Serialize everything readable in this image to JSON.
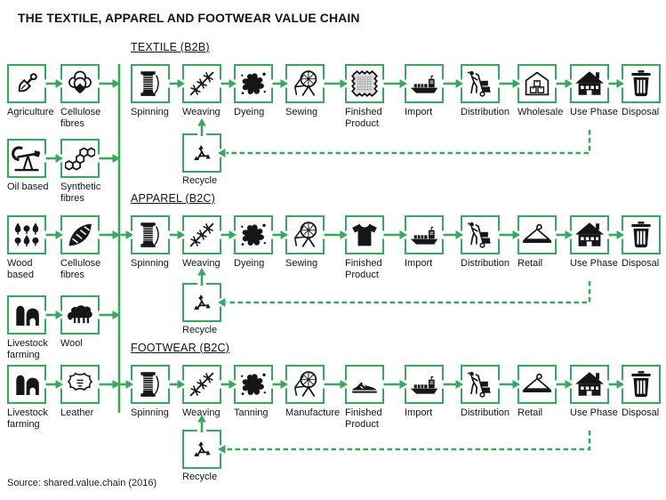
{
  "title": "THE TEXTILE, APPAREL AND FOOTWEAR VALUE CHAIN",
  "source": "Source: shared.value.chain (2016)",
  "colors": {
    "green": "#33ab5c",
    "icon": "#161616"
  },
  "raw_materials": [
    {
      "from": {
        "label": "Agriculture",
        "icon": "shovel-icon"
      },
      "to": {
        "label": "Cellulose fibres",
        "icon": "cotton-icon"
      }
    },
    {
      "from": {
        "label": "Oil based",
        "icon": "oil-pump-icon"
      },
      "to": {
        "label": "Synthetic fibres",
        "icon": "molecules-icon"
      }
    },
    {
      "from": {
        "label": "Wood based",
        "icon": "trees-icon"
      },
      "to": {
        "label": "Cellulose fibres",
        "icon": "leaf-icon"
      }
    },
    {
      "from": {
        "label": "Livestock farming",
        "icon": "barn-icon"
      },
      "to": {
        "label": "Wool",
        "icon": "sheep-icon"
      }
    },
    {
      "from": {
        "label": "Livestock farming",
        "icon": "barn-icon"
      },
      "to": {
        "label": "Leather",
        "icon": "leather-icon"
      }
    }
  ],
  "chains": [
    {
      "heading": "TEXTILE (B2B)",
      "recycle": {
        "label": "Recycle",
        "icon": "recycle-icon"
      },
      "steps": [
        {
          "label": "Spinning",
          "icon": "spool-icon"
        },
        {
          "label": "Weaving",
          "icon": "weave-icon"
        },
        {
          "label": "Dyeing",
          "icon": "splat-icon"
        },
        {
          "label": "Sewing",
          "icon": "spinning-wheel-icon"
        },
        {
          "label": "Finished Product",
          "icon": "fabric-icon"
        },
        {
          "label": "Import",
          "icon": "ship-icon"
        },
        {
          "label": "Distribution",
          "icon": "hand-truck-icon"
        },
        {
          "label": "Wholesale",
          "icon": "warehouse-icon"
        },
        {
          "label": "Use Phase",
          "icon": "house-icon"
        },
        {
          "label": "Disposal",
          "icon": "trash-icon"
        }
      ]
    },
    {
      "heading": "APPAREL (B2C)",
      "recycle": {
        "label": "Recycle",
        "icon": "recycle-icon"
      },
      "steps": [
        {
          "label": "Spinning",
          "icon": "spool-icon"
        },
        {
          "label": "Weaving",
          "icon": "weave-icon"
        },
        {
          "label": "Dyeing",
          "icon": "splat-icon"
        },
        {
          "label": "Sewing",
          "icon": "spinning-wheel-icon"
        },
        {
          "label": "Finished Product",
          "icon": "tshirt-icon"
        },
        {
          "label": "Import",
          "icon": "ship-icon"
        },
        {
          "label": "Distribution",
          "icon": "hand-truck-icon"
        },
        {
          "label": "Retail",
          "icon": "hanger-icon"
        },
        {
          "label": "Use Phase",
          "icon": "house-icon"
        },
        {
          "label": "Disposal",
          "icon": "trash-icon"
        }
      ]
    },
    {
      "heading": "FOOTWEAR (B2C)",
      "recycle": {
        "label": "Recycle",
        "icon": "recycle-icon"
      },
      "steps": [
        {
          "label": "Spinning",
          "icon": "spool-icon"
        },
        {
          "label": "Weaving",
          "icon": "weave-icon"
        },
        {
          "label": "Tanning",
          "icon": "splat-icon"
        },
        {
          "label": "Manufacture",
          "icon": "spinning-wheel-icon"
        },
        {
          "label": "Finished Product",
          "icon": "shoe-icon"
        },
        {
          "label": "Import",
          "icon": "ship-icon"
        },
        {
          "label": "Distribution",
          "icon": "hand-truck-icon"
        },
        {
          "label": "Retail",
          "icon": "hanger-icon"
        },
        {
          "label": "Use Phase",
          "icon": "house-icon"
        },
        {
          "label": "Disposal",
          "icon": "trash-icon"
        }
      ]
    }
  ]
}
